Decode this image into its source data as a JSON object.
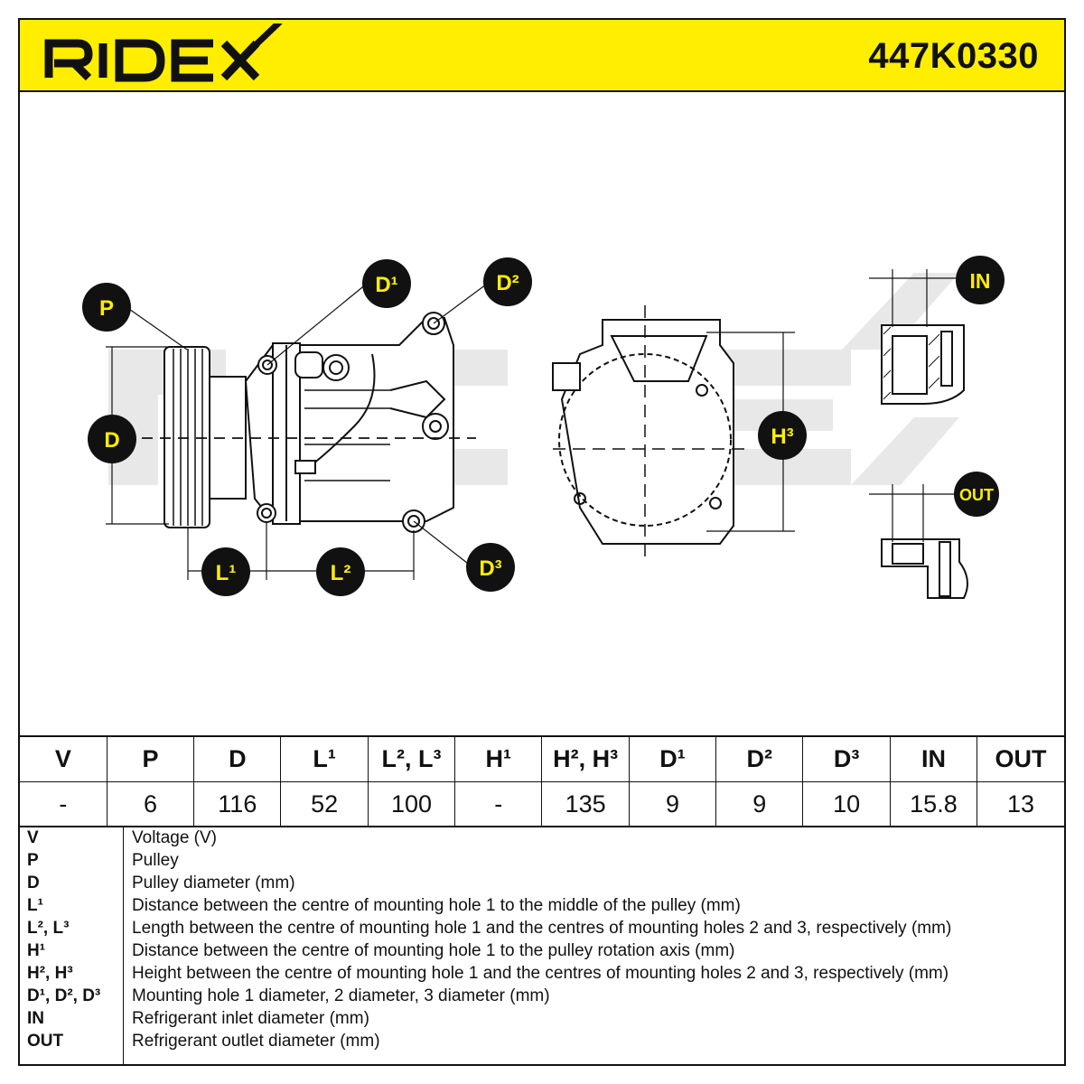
{
  "brand": {
    "logo_text": "RIDEX",
    "part_number": "447K0330",
    "colors": {
      "header_bg": "#ffee00",
      "badge_bg": "#111111",
      "badge_text": "#ffee00",
      "watermark": "#e6e6e6"
    }
  },
  "diagram": {
    "labels": {
      "P": "P",
      "D": "D",
      "L1": "L¹",
      "L2": "L²",
      "D1": "D¹",
      "D2": "D²",
      "D3": "D³",
      "H3": "H³",
      "IN": "IN",
      "OUT": "OUT"
    }
  },
  "spec_table": {
    "headers": [
      "V",
      "P",
      "D",
      "L¹",
      "L², L³",
      "H¹",
      "H², H³",
      "D¹",
      "D²",
      "D³",
      "IN",
      "OUT"
    ],
    "values": [
      "-",
      "6",
      "116",
      "52",
      "100",
      "-",
      "135",
      "9",
      "9",
      "10",
      "15.8",
      "13"
    ]
  },
  "legend": [
    {
      "key": "V",
      "desc": "Voltage (V)"
    },
    {
      "key": "P",
      "desc": "Pulley"
    },
    {
      "key": "D",
      "desc": "Pulley diameter (mm)"
    },
    {
      "key": "L¹",
      "desc": "Distance between the centre of mounting hole 1 to the middle of the pulley (mm)"
    },
    {
      "key": "L², L³",
      "desc": "Length between the centre of mounting hole 1 and the centres of mounting holes 2 and 3, respectively (mm)"
    },
    {
      "key": "H¹",
      "desc": "Distance between the centre of mounting hole 1 to the pulley rotation axis (mm)"
    },
    {
      "key": "H², H³",
      "desc": "Height between the centre of mounting hole 1 and the centres of mounting holes 2 and 3, respectively (mm)"
    },
    {
      "key": "D¹, D², D³",
      "desc": "Mounting hole 1 diameter, 2 diameter, 3 diameter (mm)"
    },
    {
      "key": "IN",
      "desc": "Refrigerant inlet diameter (mm)"
    },
    {
      "key": "OUT",
      "desc": "Refrigerant outlet diameter (mm)"
    }
  ]
}
